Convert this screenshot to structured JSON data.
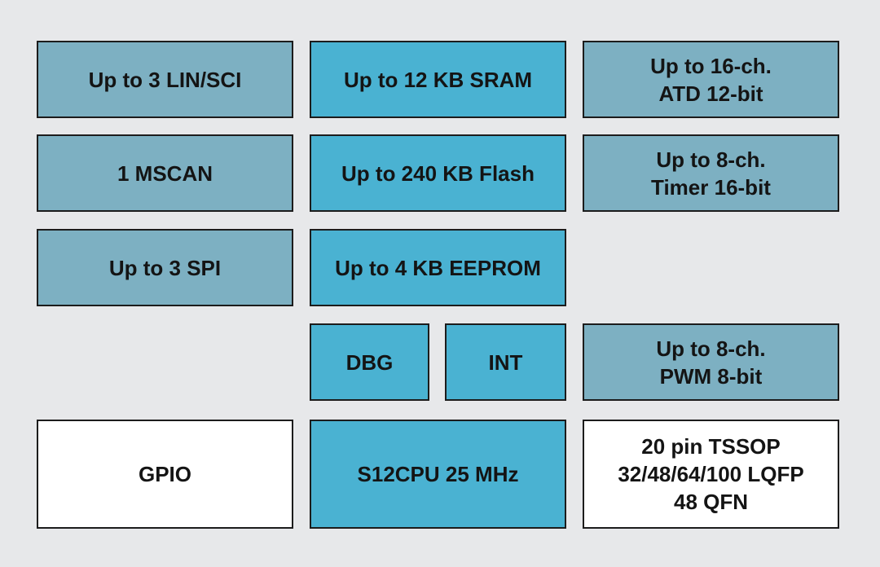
{
  "blocks": {
    "lin_sci": {
      "lines": [
        "Up to 3 LIN/SCI"
      ]
    },
    "sram": {
      "lines": [
        "Up to 12 KB SRAM"
      ]
    },
    "atd": {
      "lines": [
        "Up to 16-ch.",
        "ATD 12-bit"
      ]
    },
    "mscan": {
      "lines": [
        "1 MSCAN"
      ]
    },
    "flash": {
      "lines": [
        "Up to 240 KB Flash"
      ]
    },
    "timer": {
      "lines": [
        "Up to 8-ch.",
        "Timer 16-bit"
      ]
    },
    "spi": {
      "lines": [
        "Up to 3 SPI"
      ]
    },
    "eeprom": {
      "lines": [
        "Up to 4 KB EEPROM"
      ]
    },
    "dbg": {
      "lines": [
        "DBG"
      ]
    },
    "int": {
      "lines": [
        "INT"
      ]
    },
    "pwm": {
      "lines": [
        "Up to 8-ch.",
        "PWM 8-bit"
      ]
    },
    "gpio": {
      "lines": [
        "GPIO"
      ]
    },
    "cpu": {
      "lines": [
        "S12CPU 25 MHz"
      ]
    },
    "packages": {
      "lines": [
        "20 pin TSSOP",
        "32/48/64/100 LQFP",
        "48 QFN"
      ]
    }
  },
  "colors": {
    "background": "#e7e8ea",
    "peripheral": "#7db0c2",
    "core": "#4ab2d2",
    "plain": "#ffffff",
    "border": "#1c1c1c"
  }
}
